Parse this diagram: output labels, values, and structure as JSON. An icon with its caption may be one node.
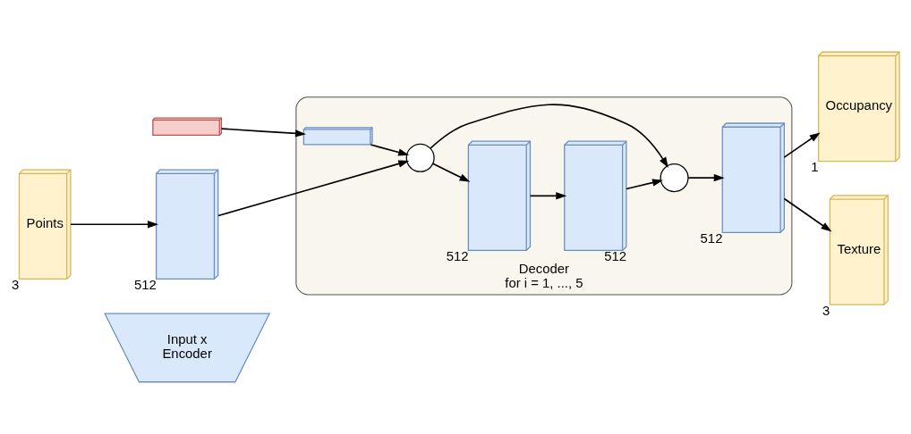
{
  "diagram": {
    "nodes": [
      {
        "text": [
          "Input x",
          "Encoder"
        ]
      },
      {
        "text": [],
        "shape": "box"
      },
      {
        "text": [
          "Points"
        ],
        "beside": [
          "3"
        ]
      },
      {
        "text": [],
        "shape": "box",
        "beside": [
          "512"
        ]
      },
      {
        "text": [
          "Decoder",
          "for i = 1, ..., 5"
        ]
      },
      {
        "text": [],
        "shape": "box",
        "in": 4
      },
      {
        "text": [],
        "shape": "circle",
        "in": 4
      },
      {
        "text": [],
        "shape": "box",
        "in": 4,
        "beside": [
          "512"
        ]
      },
      {
        "text": [],
        "shape": "box",
        "in": 4,
        "beside": [
          "512"
        ]
      },
      {
        "text": [],
        "shape": "circle",
        "in": 4
      },
      {
        "text": [],
        "shape": "box",
        "in": 4,
        "beside": [
          "512"
        ]
      },
      {
        "text": [
          "Occupancy"
        ],
        "beside": [
          "1"
        ]
      },
      {
        "text": [
          "Texture"
        ],
        "beside": [
          "3"
        ]
      }
    ],
    "edges": [
      {
        "from": 1,
        "to": 5,
        "arrow": "to"
      },
      {
        "from": 5,
        "to": 6,
        "arrow": "to"
      },
      {
        "from": 2,
        "to": 3,
        "arrow": "to"
      },
      {
        "from": 3,
        "to": 6,
        "arrow": "to"
      },
      {
        "from": 6,
        "to": 7,
        "arrow": "to"
      },
      {
        "from": 6,
        "to": 9,
        "arrow": "to"
      },
      {
        "from": 7,
        "to": 8,
        "arrow": "to"
      },
      {
        "from": 8,
        "to": 9,
        "arrow": "to"
      },
      {
        "from": 9,
        "to": 10,
        "arrow": "to"
      },
      {
        "from": 10,
        "to": 11,
        "arrow": "to"
      },
      {
        "from": 10,
        "to": 12,
        "arrow": "to"
      }
    ]
  }
}
